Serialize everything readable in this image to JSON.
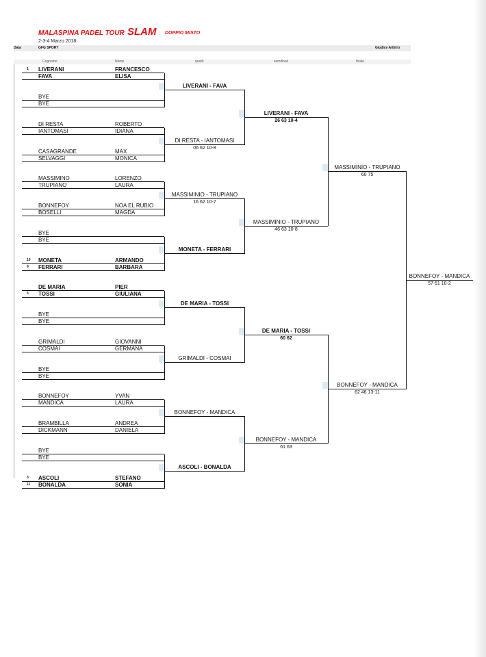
{
  "header": {
    "title": "MALASPINA PADEL TOUR",
    "slam": "SLAM",
    "subtitle": "DOPPIO MISTO",
    "dates": "2-3-4 Marzo 2018",
    "data_label": "Data",
    "venue": "GFG SPORT",
    "judge_label": "Giudice Arbitro"
  },
  "columns": {
    "surname": "Cognome",
    "name": "Nome",
    "quarter": "quarti",
    "semi": "semifinali",
    "final": "finale"
  },
  "rows": [
    {
      "seed": "1",
      "surname": "LIVERANI",
      "name": "FRANCESCO",
      "bold": true
    },
    {
      "seed": "",
      "surname": "FAVA",
      "name": "ELISA",
      "bold": true
    },
    {
      "seed": "",
      "surname": "BYE",
      "name": "",
      "bold": false
    },
    {
      "seed": "",
      "surname": "BYE",
      "name": "",
      "bold": false
    },
    {
      "seed": "",
      "surname": "DI RESTA",
      "name": "ROBERTO",
      "bold": false
    },
    {
      "seed": "",
      "surname": "IANTOMASI",
      "name": "IDIANA",
      "bold": false
    },
    {
      "seed": "",
      "surname": "CASAGRANDE",
      "name": "MAX",
      "bold": false
    },
    {
      "seed": "",
      "surname": "SELVAGGI",
      "name": "MONICA",
      "bold": false
    },
    {
      "seed": "",
      "surname": "MASSIMINO",
      "name": "LORENZO",
      "bold": false
    },
    {
      "seed": "",
      "surname": "TRUPIANO",
      "name": "LAURA",
      "bold": false
    },
    {
      "seed": "",
      "surname": "BONNEFOY",
      "name": "NOA EL RUBIO",
      "bold": false
    },
    {
      "seed": "",
      "surname": "BOSELLI",
      "name": "MAGDA",
      "bold": false
    },
    {
      "seed": "",
      "surname": "BYE",
      "name": "",
      "bold": false
    },
    {
      "seed": "",
      "surname": "BYE",
      "name": "",
      "bold": false
    },
    {
      "seed": "10",
      "surname": "MONETA",
      "name": "ARMANDO",
      "bold": true
    },
    {
      "seed": "9",
      "surname": "FERRARI",
      "name": "BARBARA",
      "bold": true
    },
    {
      "seed": "",
      "surname": "DE MARIA",
      "name": "PIER",
      "bold": true
    },
    {
      "seed": "5",
      "surname": "TOSSI",
      "name": "GIULIANA",
      "bold": true
    },
    {
      "seed": "",
      "surname": "BYE",
      "name": "",
      "bold": false
    },
    {
      "seed": "",
      "surname": "BYE",
      "name": "",
      "bold": false
    },
    {
      "seed": "",
      "surname": "GRIMALDI",
      "name": "GIOVANNI",
      "bold": false
    },
    {
      "seed": "",
      "surname": "COSMAI",
      "name": "GERMANA",
      "bold": false
    },
    {
      "seed": "",
      "surname": "BYE",
      "name": "",
      "bold": false
    },
    {
      "seed": "",
      "surname": "BYE",
      "name": "",
      "bold": false
    },
    {
      "seed": "",
      "surname": "BONNEFOY",
      "name": "YVAN",
      "bold": false
    },
    {
      "seed": "",
      "surname": "MANDICA",
      "name": "LAURA",
      "bold": false
    },
    {
      "seed": "",
      "surname": "BRAMBILLA",
      "name": "ANDREA",
      "bold": false
    },
    {
      "seed": "",
      "surname": "DICKMANN",
      "name": "DANIELA",
      "bold": false
    },
    {
      "seed": "",
      "surname": "BYE",
      "name": "",
      "bold": false
    },
    {
      "seed": "",
      "surname": "BYE",
      "name": "",
      "bold": false
    },
    {
      "seed": "3",
      "surname": "ASCOLI",
      "name": "STEFANO",
      "bold": true
    },
    {
      "seed": "11",
      "surname": "BONALDA",
      "name": "SONIA",
      "bold": true
    }
  ],
  "round1": [
    {
      "winner": "LIVERANI - FAVA",
      "score": "",
      "bold": true
    },
    {
      "winner": "DI RESTA - IANTOMASI",
      "score": "06 62 10-8",
      "bold": false
    },
    {
      "winner": "MASSIMINIO - TRUPIANO",
      "score": "16 62 10-7",
      "bold": false
    },
    {
      "winner": "MONETA - FERRARI",
      "score": "",
      "bold": true
    },
    {
      "winner": "DE MARIA - TOSSI",
      "score": "",
      "bold": true
    },
    {
      "winner": "GRIMALDI - COSMAI",
      "score": "",
      "bold": false
    },
    {
      "winner": "BONNEFOY - MANDICA",
      "score": "",
      "bold": false
    },
    {
      "winner": "ASCOLI - BONALDA",
      "score": "",
      "bold": true
    }
  ],
  "round2": [
    {
      "winner": "LIVERANI - FAVA",
      "score": "26 63 10-4",
      "bold": true
    },
    {
      "winner": "MASSIMINIO - TRUPIANO",
      "score": "46 63 10-8",
      "bold": false
    },
    {
      "winner": "DE MARIA - TOSSI",
      "score": "60 62",
      "bold": true
    },
    {
      "winner": "BONNEFOY - MANDICA",
      "score": "61 63",
      "bold": false
    }
  ],
  "round3": [
    {
      "winner": "MASSIMINIO - TRUPIANO",
      "score": "60 75",
      "bold": false
    },
    {
      "winner": "BONNEFOY - MANDICA",
      "score": "62 46 13-11",
      "bold": false
    }
  ],
  "final": {
    "winner": "BONNEFOY - MANDICA",
    "score": "57 61 10-2",
    "bold": false
  }
}
